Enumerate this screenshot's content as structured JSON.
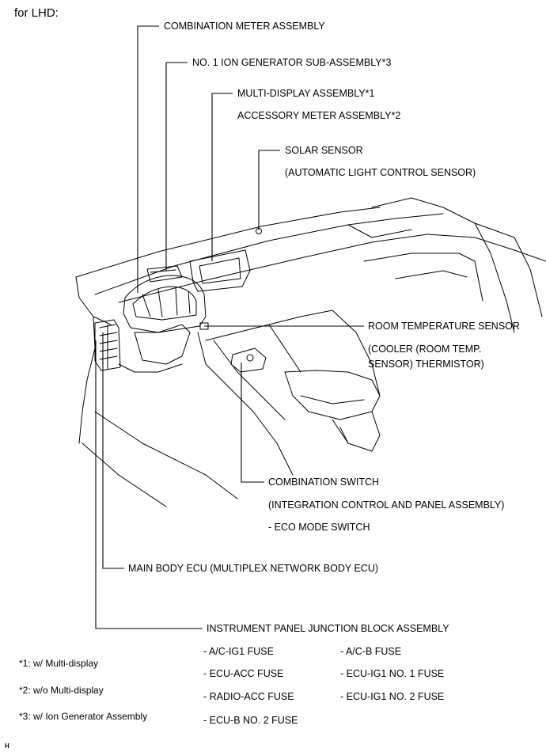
{
  "header": "for LHD:",
  "labels": {
    "combination_meter": "COMBINATION METER ASSEMBLY",
    "ion_generator": "NO. 1 ION GENERATOR SUB-ASSEMBLY*3",
    "multi_display": "MULTI-DISPLAY ASSEMBLY*1",
    "accessory_meter": "ACCESSORY METER ASSEMBLY*2",
    "solar_sensor": "SOLAR SENSOR",
    "solar_sensor_sub": "(AUTOMATIC LIGHT CONTROL SENSOR)",
    "room_temp": "ROOM TEMPERATURE SENSOR",
    "room_temp_sub1": "(COOLER (ROOM TEMP.",
    "room_temp_sub2": "SENSOR) THERMISTOR)",
    "combination_switch": "COMBINATION SWITCH",
    "combination_switch_sub": "(INTEGRATION CONTROL AND PANEL ASSEMBLY)",
    "eco_mode": "- ECO MODE SWITCH",
    "main_body_ecu": "MAIN BODY ECU (MULTIPLEX NETWORK BODY ECU)",
    "junction_block": "INSTRUMENT PANEL JUNCTION BLOCK ASSEMBLY"
  },
  "fuses": {
    "left": [
      "- A/C-IG1 FUSE",
      "- ECU-ACC FUSE",
      "- RADIO-ACC FUSE",
      "- ECU-B NO. 2 FUSE"
    ],
    "right": [
      "- A/C-B FUSE",
      "- ECU-IG1 NO. 1 FUSE",
      "- ECU-IG1 NO. 2 FUSE"
    ]
  },
  "notes": [
    "*1: w/ Multi-display",
    "*2: w/o Multi-display",
    "*3: w/ Ion Generator Assembly"
  ],
  "corner_mark": "H"
}
